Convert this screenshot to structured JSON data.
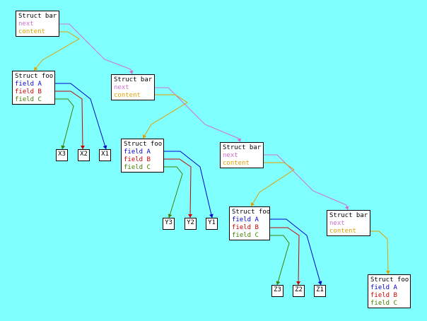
{
  "colors": {
    "background": "#80ffff",
    "next": "#d070d0",
    "content": "#e0a000",
    "field_a": "#0000cc",
    "field_b": "#cc0000",
    "field_c": "#408000"
  },
  "bars": [
    {
      "title": "Struct bar",
      "next": "next",
      "content": "content"
    },
    {
      "title": "Struct bar",
      "next": "next",
      "content": "content"
    },
    {
      "title": "Struct bar",
      "next": "next",
      "content": "content"
    },
    {
      "title": "Struct bar",
      "next": "next",
      "content": "content"
    }
  ],
  "foos": [
    {
      "title": "Struct foo",
      "fields": [
        "field A",
        "field B",
        "field C"
      ]
    },
    {
      "title": "Struct foo",
      "fields": [
        "field A",
        "field B",
        "field C"
      ]
    },
    {
      "title": "Struct foo",
      "fields": [
        "field A",
        "field B",
        "field C"
      ]
    },
    {
      "title": "Struct foo",
      "fields": [
        "field A",
        "field B",
        "field C"
      ]
    }
  ],
  "leaves": [
    [
      "X3",
      "X2",
      "X1"
    ],
    [
      "Y3",
      "Y2",
      "Y1"
    ],
    [
      "Z3",
      "Z2",
      "Z1"
    ]
  ]
}
